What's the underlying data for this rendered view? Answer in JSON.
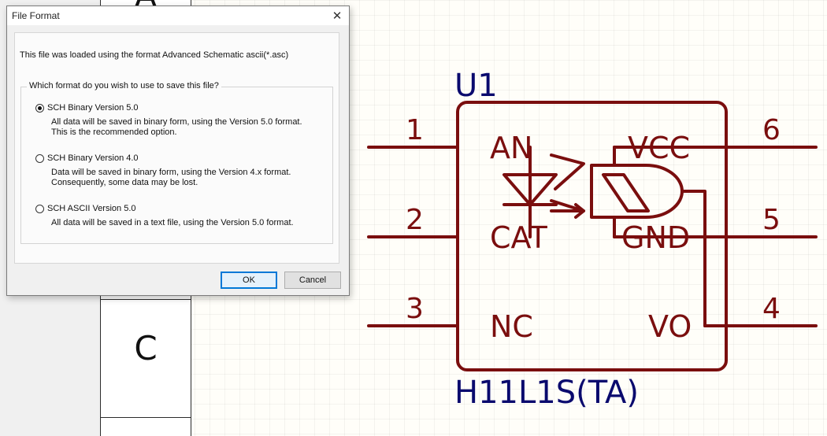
{
  "dialog": {
    "title": "File Format",
    "close_glyph": "✕",
    "info": "This file was loaded using the format Advanced Schematic ascii(*.asc)",
    "group_label": "Which format do you wish to use to save this file?",
    "options": [
      {
        "label": "SCH Binary Version 5.0",
        "checked": true,
        "desc1": "All data will be saved in binary form, using the Version 5.0 format.",
        "desc2": "This is the recommended option."
      },
      {
        "label": "SCH Binary Version 4.0",
        "checked": false,
        "desc1": "Data will be saved in binary form, using the Version 4.x format.",
        "desc2": "Consequently, some data may be lost."
      },
      {
        "label": "SCH ASCII Version 5.0",
        "checked": false,
        "desc1": "All data will be saved in a text file, using the Version 5.0 format.",
        "desc2": ""
      }
    ],
    "ok_label": "OK",
    "cancel_label": "Cancel"
  },
  "sheet": {
    "zone_top_letter": "A",
    "zone_letter": "C"
  },
  "component": {
    "ref": "U1",
    "part": "H11L1S(TA)",
    "color": "#7a0e0e",
    "text_color": "#0a0a6e",
    "pins": [
      {
        "number": "1",
        "name": "AN"
      },
      {
        "number": "2",
        "name": "CAT"
      },
      {
        "number": "3",
        "name": "NC"
      },
      {
        "number": "6",
        "name": "VCC"
      },
      {
        "number": "5",
        "name": "GND"
      },
      {
        "number": "4",
        "name": "VO"
      }
    ]
  }
}
